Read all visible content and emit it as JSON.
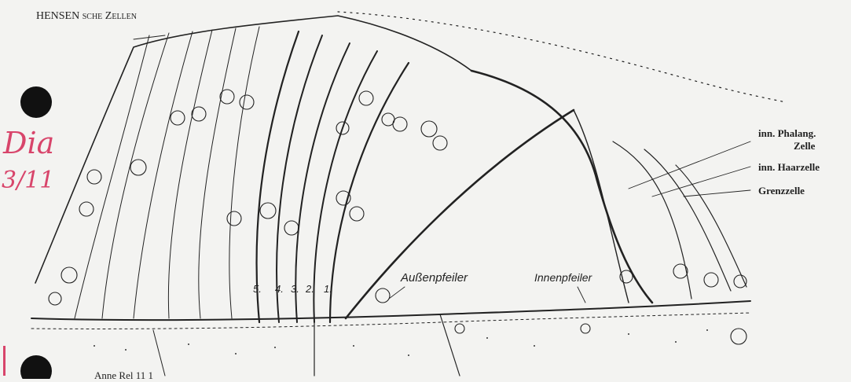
{
  "labels": {
    "hensen": "HENSEN sche Zellen",
    "inn_phalang_1": "inn. Phalang.",
    "inn_phalang_2": "Zelle",
    "inn_haarzelle": "inn. Haarzelle",
    "grenzzelle": "Grenzzelle",
    "aussenpfeiler": "Außenpfeiler",
    "innenpfeiler": "Innenpfeiler",
    "bottom_partial": "Anne Rel   11 1"
  },
  "row_numbers": [
    "5.",
    "4.",
    "3.",
    "2.",
    "1."
  ],
  "handwriting": {
    "line1": "Dia",
    "line2": "3/11"
  },
  "colors": {
    "paper": "#f3f3f1",
    "ink": "#222222",
    "handwriting": "#d8456b",
    "punch_hole": "#111111"
  }
}
